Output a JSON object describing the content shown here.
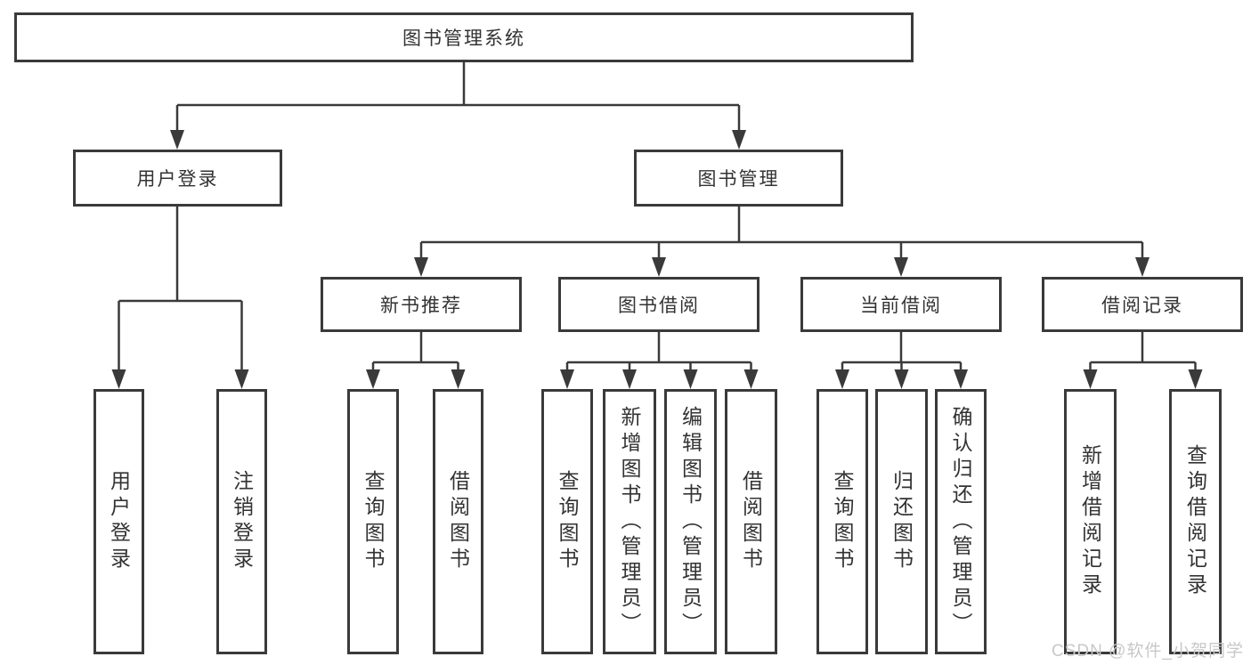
{
  "title": "图书管理系统",
  "watermark": "CSDN @软件_小贺同学",
  "colors": {
    "line": "#3a3a3a",
    "text": "#333333",
    "watermark": "#c8c8c8",
    "background": "#ffffff"
  },
  "tree": {
    "root": {
      "label": "图书管理系统",
      "children": [
        {
          "label": "用户登录",
          "children": [
            {
              "label": "用户登录"
            },
            {
              "label": "注销登录"
            }
          ]
        },
        {
          "label": "图书管理",
          "children": [
            {
              "label": "新书推荐",
              "children": [
                {
                  "label": "查询图书"
                },
                {
                  "label": "借阅图书"
                }
              ]
            },
            {
              "label": "图书借阅",
              "children": [
                {
                  "label": "查询图书"
                },
                {
                  "label": "新增图书（管理员）"
                },
                {
                  "label": "编辑图书（管理员）"
                },
                {
                  "label": "借阅图书"
                }
              ]
            },
            {
              "label": "当前借阅",
              "children": [
                {
                  "label": "查询图书"
                },
                {
                  "label": "归还图书"
                },
                {
                  "label": "确认归还（管理员）"
                }
              ]
            },
            {
              "label": "借阅记录",
              "children": [
                {
                  "label": "新增借阅记录"
                },
                {
                  "label": "查询借阅记录"
                }
              ]
            }
          ]
        }
      ]
    }
  }
}
